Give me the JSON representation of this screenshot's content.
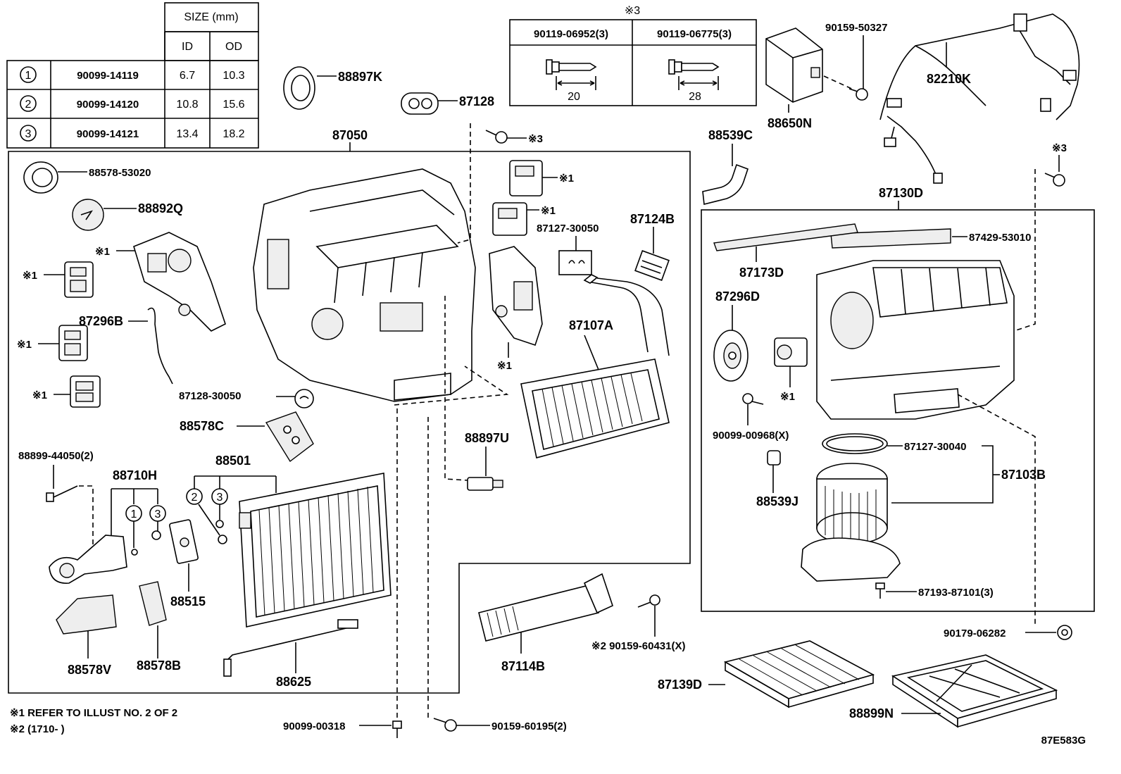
{
  "size_table": {
    "title": "SIZE (mm)",
    "col_id": "ID",
    "col_od": "OD",
    "rows": [
      {
        "ref": "1",
        "part": "90099-14119",
        "id": "6.7",
        "od": "10.3"
      },
      {
        "ref": "2",
        "part": "90099-14120",
        "id": "10.8",
        "od": "15.6"
      },
      {
        "ref": "3",
        "part": "90099-14121",
        "id": "13.4",
        "od": "18.2"
      }
    ]
  },
  "screw_table": {
    "note": "※3",
    "cols": [
      {
        "part": "90119-06952(3)",
        "length": "20"
      },
      {
        "part": "90119-06775(3)",
        "length": "28"
      }
    ]
  },
  "labels": {
    "p88897K": "88897K",
    "p87128": "87128",
    "p87050": "87050",
    "p88578_53020": "88578-53020",
    "p88892Q": "88892Q",
    "p87296B": "87296B",
    "p87128_30050": "87128-30050",
    "p88578C": "88578C",
    "p88899_44050": "88899-44050(2)",
    "p88710H": "88710H",
    "p88501": "88501",
    "p88515": "88515",
    "p88578V": "88578V",
    "p88578B": "88578B",
    "p88625": "88625",
    "p87127_30050": "87127-30050",
    "p87124B": "87124B",
    "p87107A": "87107A",
    "p88897U": "88897U",
    "p87114B": "87114B",
    "p90159_60431": "※2 90159-60431(X)",
    "p90099_00318": "90099-00318",
    "p90159_60195": "90159-60195(2)",
    "p90159_50327": "90159-50327",
    "p88650N": "88650N",
    "p82210K": "82210K",
    "p88539C": "88539C",
    "p87130D": "87130D",
    "p87429_53010": "87429-53010",
    "p87173D": "87173D",
    "p87296D": "87296D",
    "p90099_00968": "90099-00968(X)",
    "p87127_30040": "87127-30040",
    "p87103B": "87103B",
    "p88539J": "88539J",
    "p87193_87101": "87193-87101(3)",
    "p90179_06282": "90179-06282",
    "p87139D": "87139D",
    "p88899N": "88899N",
    "mark1": "※1",
    "mark3": "※3",
    "circ1": "1",
    "circ2": "2",
    "circ3": "3"
  },
  "notes": {
    "note1": "※1 REFER TO ILLUST NO. 2 OF 2",
    "note2": "※2 (1710-      )"
  },
  "illustration_code": "87E583G"
}
